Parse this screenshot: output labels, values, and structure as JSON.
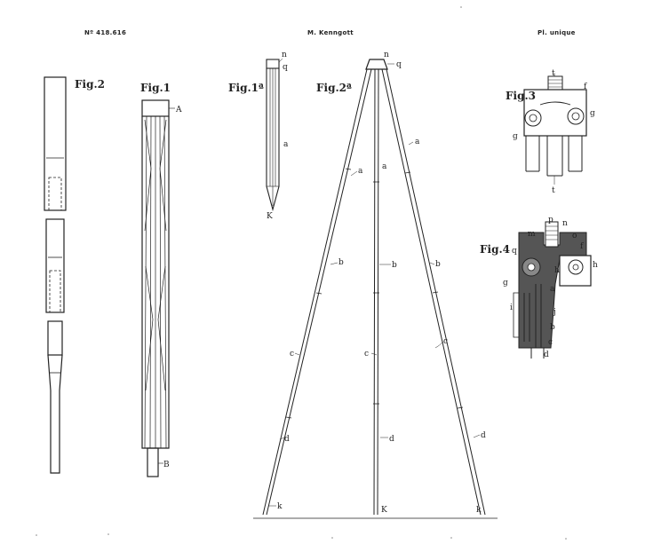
{
  "header": {
    "number": "Nº 418.616",
    "author": "M. Kenngott",
    "plate": "Pl. unique"
  },
  "figures": {
    "fig1": "Fig.1",
    "fig1a": "Fig.1ª",
    "fig2": "Fig.2",
    "fig2a": "Fig.2ª",
    "fig3": "Fig.3",
    "fig4": "Fig.4"
  },
  "labels": {
    "A": "A",
    "B": "B",
    "n": "n",
    "q": "q",
    "a": "a",
    "b": "b",
    "c": "c",
    "d": "d",
    "K": "K",
    "k": "k",
    "t": "t",
    "f": "f",
    "g": "g",
    "p": "p",
    "m": "m",
    "o": "o",
    "i": "i",
    "j": "j",
    "h": "h"
  }
}
